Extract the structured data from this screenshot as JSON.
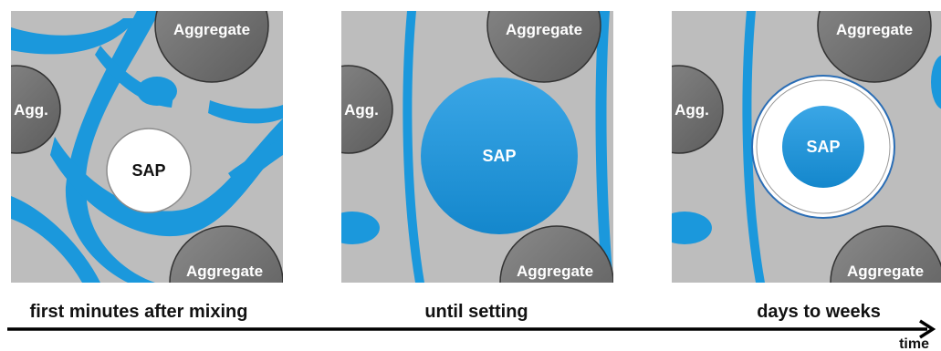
{
  "colors": {
    "matrix": "#bdbdbd",
    "water": "#1b98dc",
    "aggregate": "#6e6e6e",
    "sap_dry": "#ffffff",
    "axis": "#000000"
  },
  "panels": [
    {
      "aggregate_top": "Aggregate",
      "agg_left": "Agg.",
      "sap": "SAP",
      "aggregate_bottom": "Aggregate",
      "caption": "first minutes after mixing"
    },
    {
      "aggregate_top": "Aggregate",
      "agg_left": "Agg.",
      "sap": "SAP",
      "aggregate_bottom": "Aggregate",
      "caption": "until setting"
    },
    {
      "aggregate_top": "Aggregate",
      "agg_left": "Agg.",
      "sap": "SAP",
      "aggregate_bottom": "Aggregate",
      "caption": "days to weeks"
    }
  ],
  "axis": {
    "label": "time"
  }
}
